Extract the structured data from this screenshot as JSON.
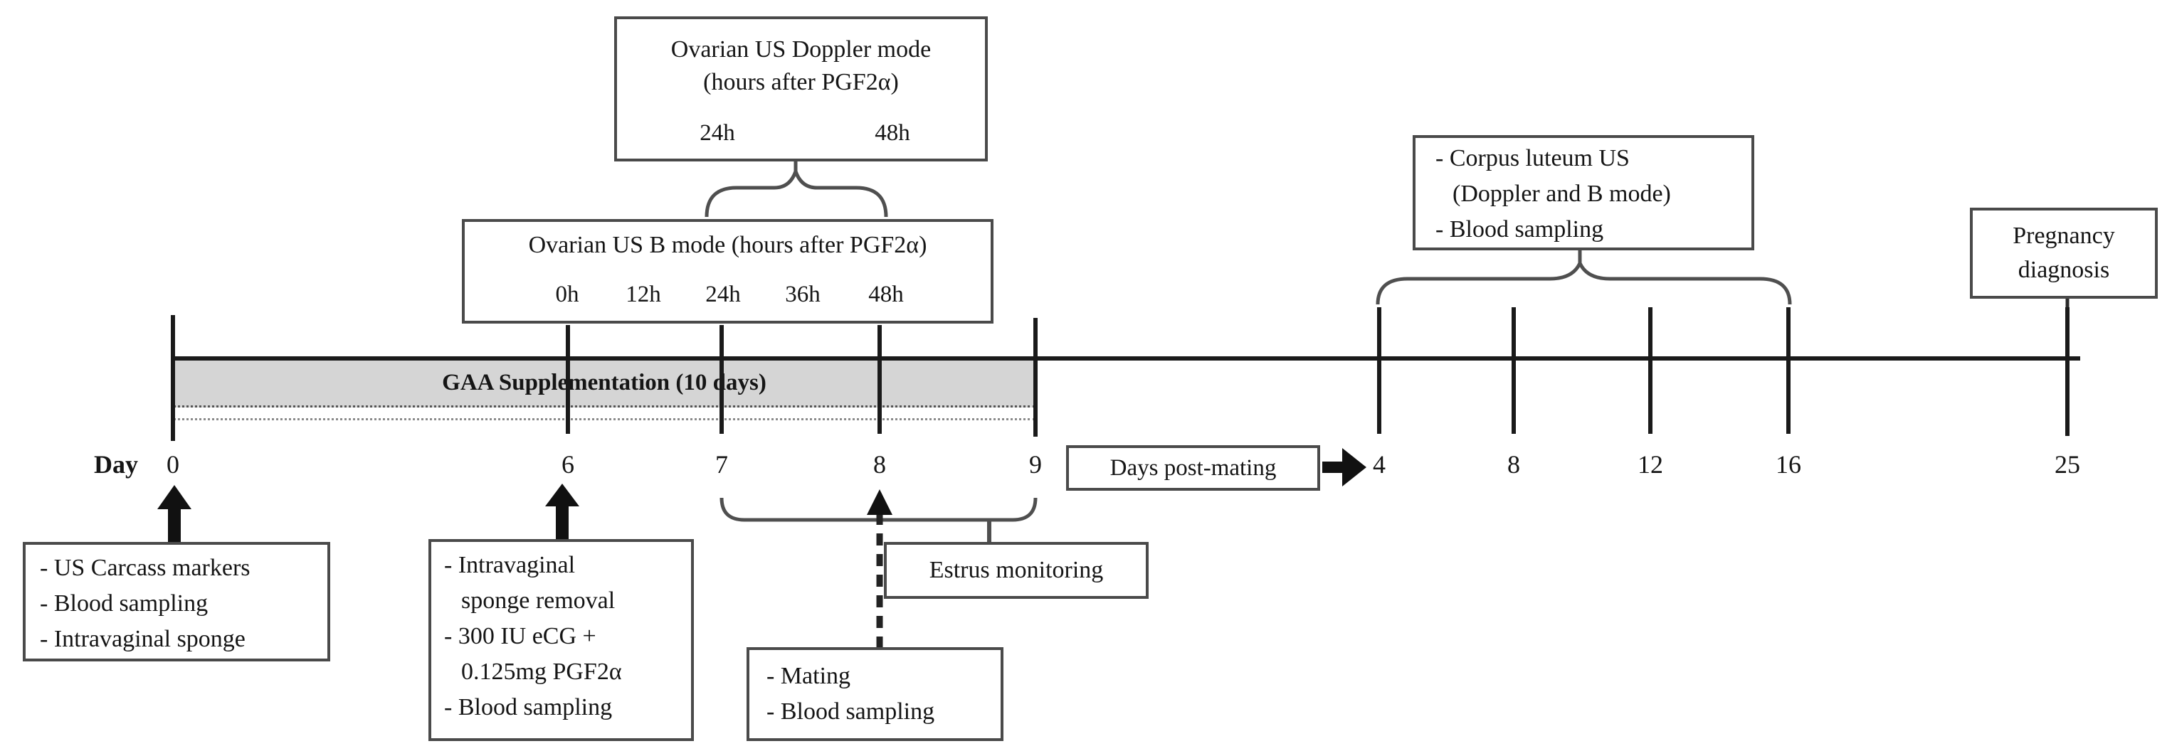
{
  "colors": {
    "background": "#ffffff",
    "bar_fill": "#d5d5d5",
    "timeline_ink": "#1a1a1a",
    "box_border": "#4a4a4a",
    "shape_gray": "#4f4f4f"
  },
  "doppler_box": {
    "title_line1": "Ovarian US Doppler mode",
    "title_line2": "(hours after PGF2α)",
    "hours": [
      "24h",
      "48h"
    ]
  },
  "bmode_box": {
    "title": "Ovarian US B mode (hours after PGF2α)",
    "hours": [
      "0h",
      "12h",
      "24h",
      "36h",
      "48h"
    ]
  },
  "gaa_bar": {
    "label": "GAA Supplementation (10 days)"
  },
  "axis": {
    "day_word": "Day",
    "pre_days": [
      "0",
      "6",
      "7",
      "8",
      "9"
    ],
    "post_days": [
      "4",
      "8",
      "12",
      "16"
    ],
    "final_day": "25"
  },
  "post_mating_box": {
    "label": "Days post-mating"
  },
  "day0_box": {
    "lines": [
      "- US Carcass markers",
      "- Blood sampling",
      "- Intravaginal sponge"
    ]
  },
  "day6_box": {
    "lines": [
      "- Intravaginal",
      "sponge removal",
      "- 300 IU eCG +",
      "0.125mg PGF2α",
      "- Blood sampling"
    ]
  },
  "mating_box": {
    "lines": [
      "- Mating",
      "- Blood sampling"
    ]
  },
  "estrus_box": {
    "label": "Estrus monitoring"
  },
  "corpus_box": {
    "lines": [
      "- Corpus luteum US",
      "(Doppler and B mode)",
      "- Blood sampling"
    ]
  },
  "pregnancy_box": {
    "lines": [
      "Pregnancy",
      "diagnosis"
    ]
  }
}
